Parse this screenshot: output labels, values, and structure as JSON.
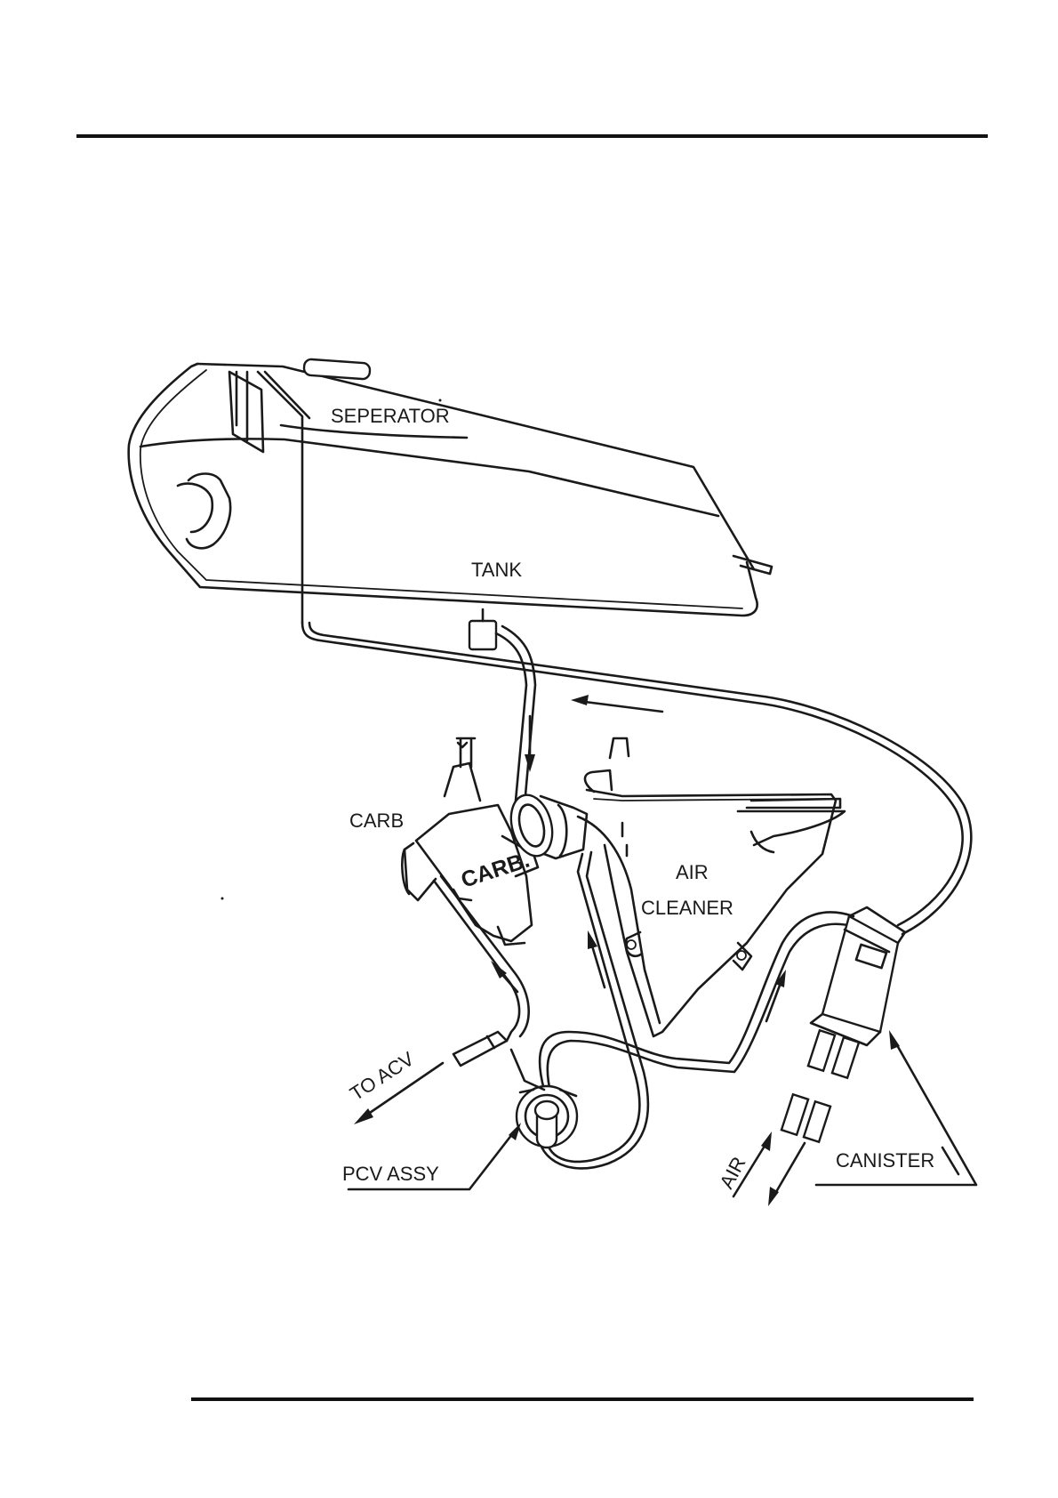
{
  "labels": {
    "separator": "SEPERATOR",
    "tank": "TANK",
    "carb_left": "CARB",
    "carb_body": "CARB.",
    "air_cleaner_line1": "AIR",
    "air_cleaner_line2": "CLEANER",
    "to_acv": "TO ACV",
    "pcv_assy": "PCV ASSY",
    "air": "AIR",
    "canister": "CANISTER"
  }
}
